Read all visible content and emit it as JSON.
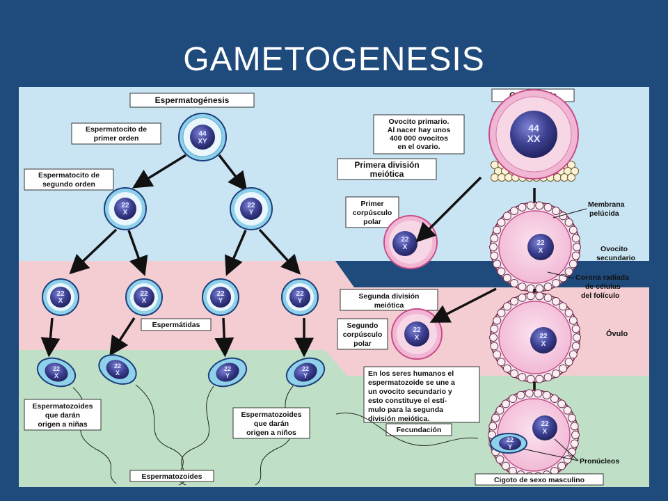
{
  "title": "GAMETOGENESIS",
  "labels": {
    "spermatogenesis": "Espermatogénesis",
    "primary_spermatocyte": [
      "Espermatocito de",
      "primer orden"
    ],
    "secondary_spermatocyte": [
      "Espermatocito de",
      "segundo orden"
    ],
    "spermatids": "Espermátidas",
    "sperm_girls": [
      "Espermatozoides",
      "que darán",
      "origen a niñas"
    ],
    "sperm_boys": [
      "Espermatozoides",
      "que darán",
      "origen a niños"
    ],
    "sperm": "Espermatozoides",
    "oogenesis": "Ovogénesis",
    "primary_oocyte": [
      "Ovocito primario.",
      "Al nacer hay unos",
      "400 000 ovocitos",
      "en el ovario."
    ],
    "first_meiotic": [
      "Primera división",
      "meiótica"
    ],
    "first_polar": [
      "Primer",
      "corpúsculo",
      "polar"
    ],
    "membrane": [
      "Membrana",
      "pelúcida"
    ],
    "secondary_oocyte": [
      "Ovocito",
      "secundario"
    ],
    "corona": [
      "Corona radiada",
      "de células",
      "del folículo"
    ],
    "second_meiotic": [
      "Segunda división",
      "meiótica"
    ],
    "second_polar": [
      "Segundo",
      "corpúsculo",
      "polar"
    ],
    "ovum": "Óvulo",
    "fertilization_note": [
      "En los seres humanos el",
      "espermatozoide se une a",
      "un ovocito secundario y",
      "esto constituye el estí-",
      "mulo para la segunda",
      "división meiótica."
    ],
    "fertilization": "Fecundación",
    "pronuclei": "Pronúcleos",
    "zygote": "Cigoto de sexo masculino"
  },
  "chromosomes": {
    "diploid_male": [
      "44",
      "XY"
    ],
    "diploid_female": [
      "44",
      "XX"
    ],
    "haploid_x": [
      "22",
      "X"
    ],
    "haploid_y": [
      "22",
      "Y"
    ]
  },
  "colors": {
    "background": "#1f4a7c",
    "zone_blue": "#c9e4f3",
    "zone_pink": "#f3cdd2",
    "zone_green": "#bfe0c6",
    "nucleus": "#3c3f8f",
    "cell_ring": "#8fd0ea",
    "ovum_fill": "#f6c9e0"
  }
}
